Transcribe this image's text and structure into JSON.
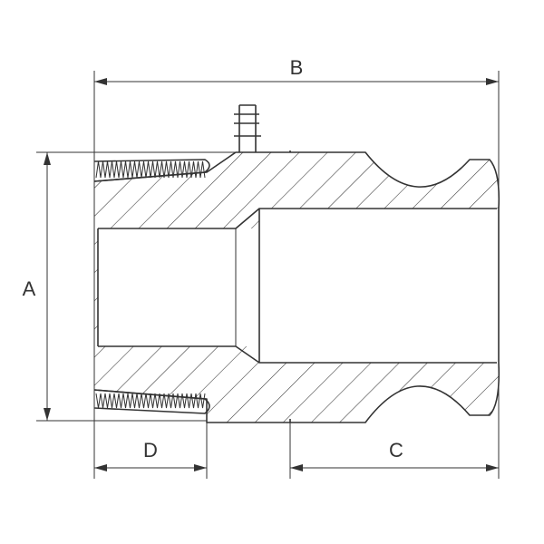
{
  "dimensions": {
    "a_label": "A",
    "b_label": "B",
    "c_label": "C",
    "d_label": "D"
  },
  "colors": {
    "line": "#333333",
    "background": "#ffffff"
  }
}
